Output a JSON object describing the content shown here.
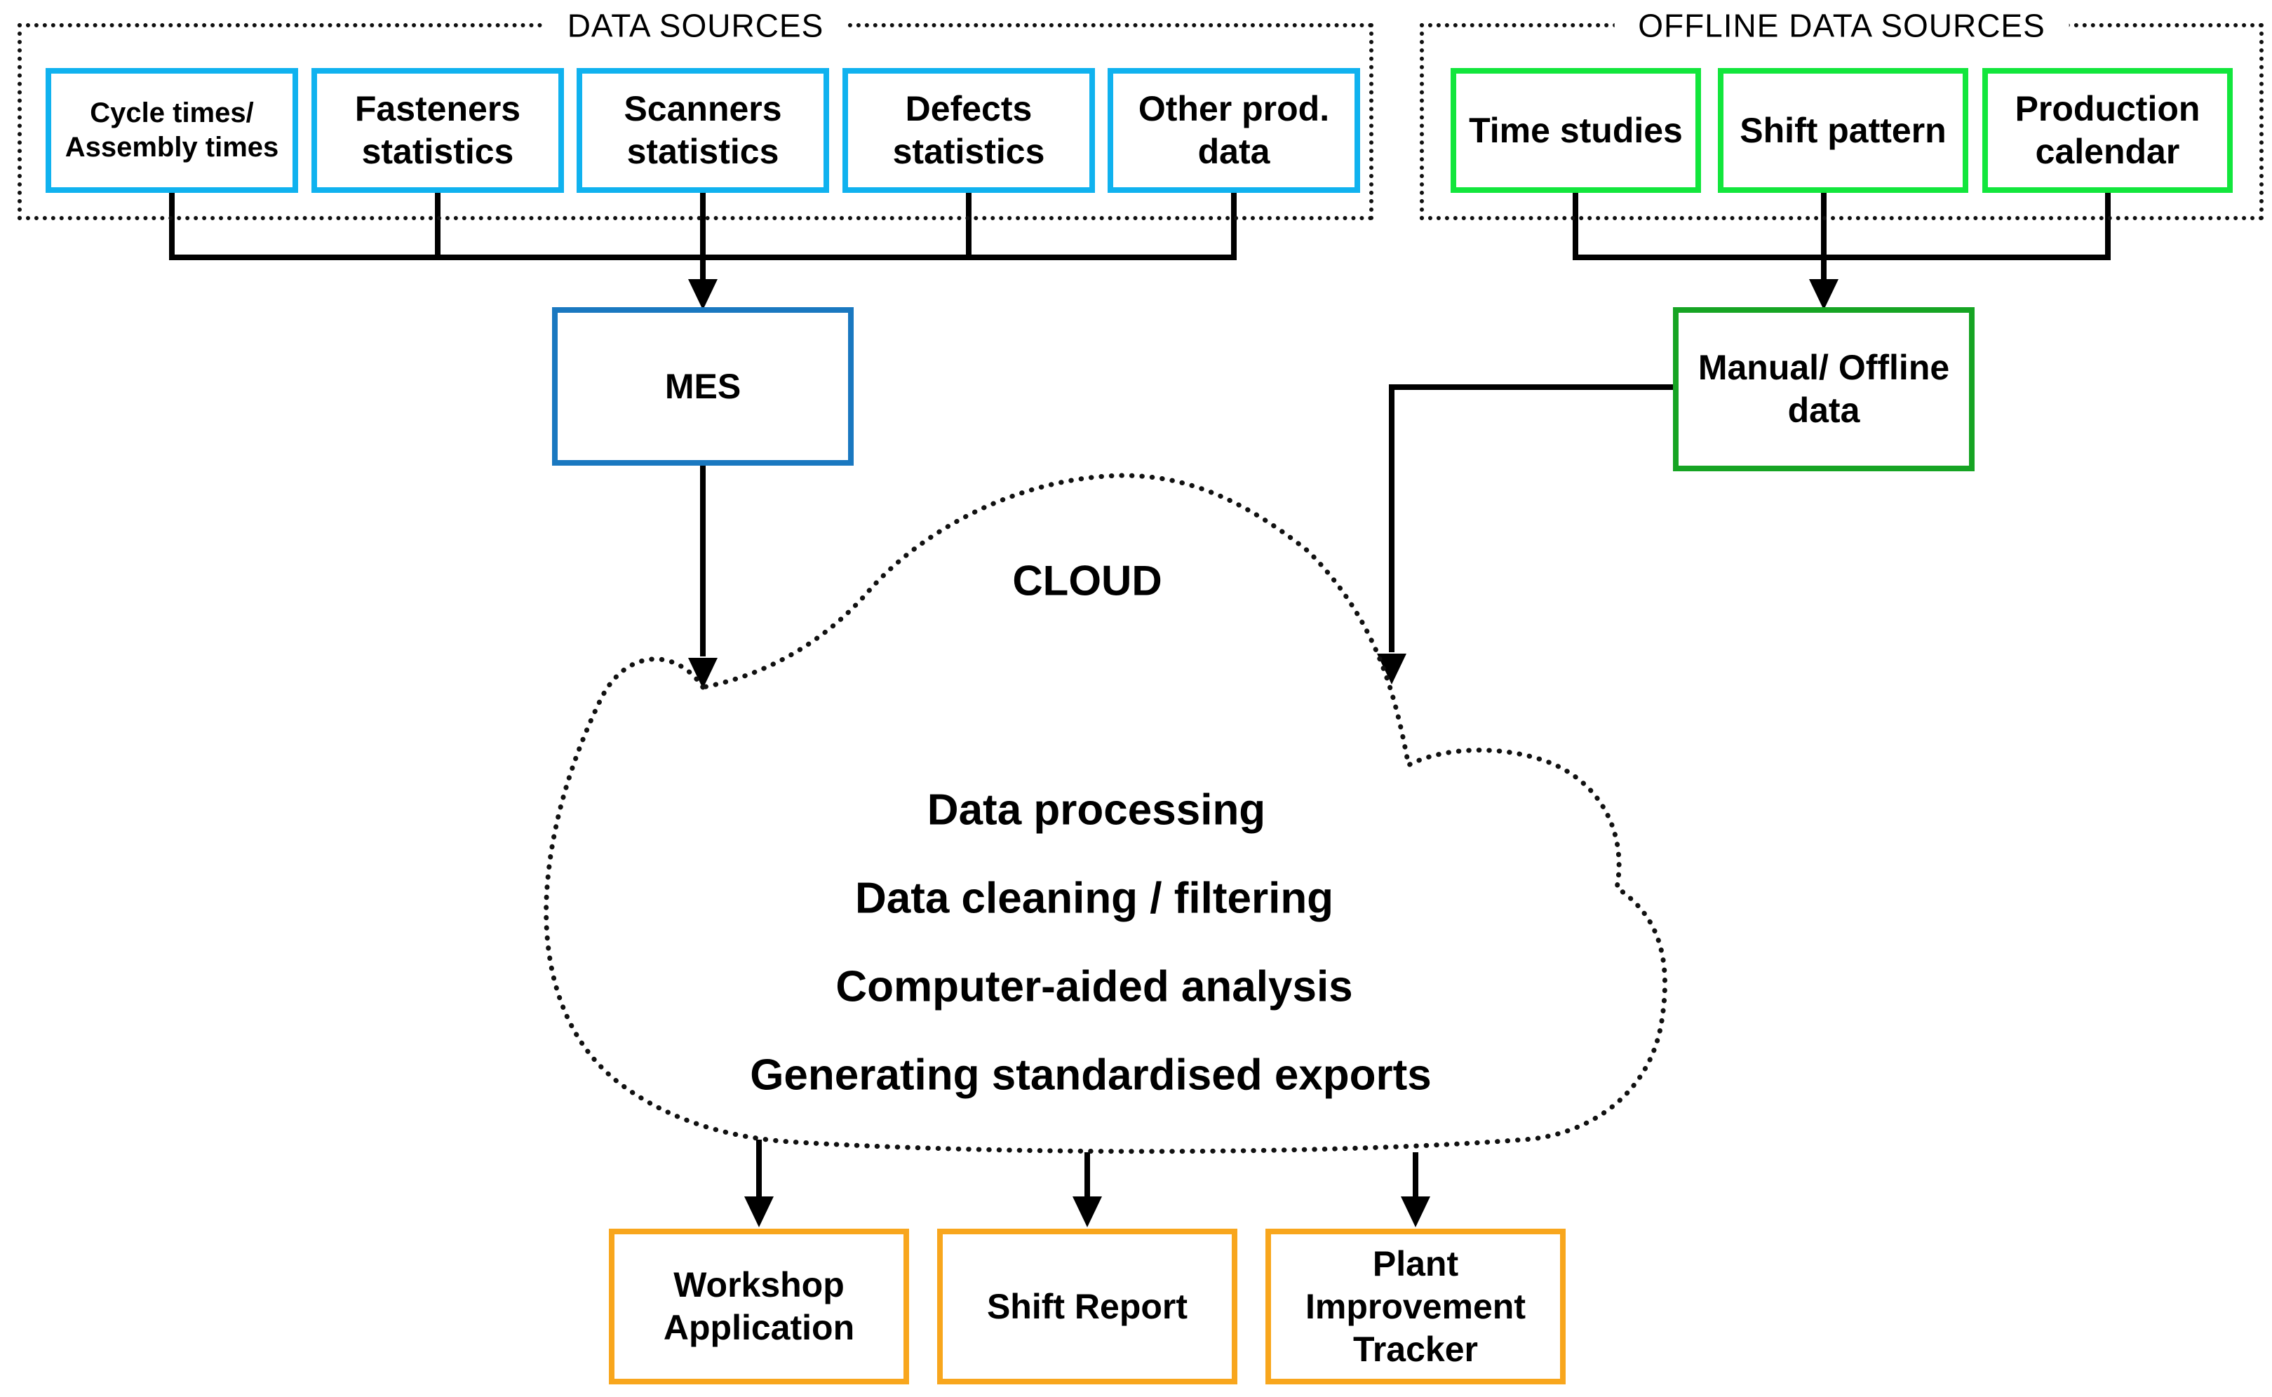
{
  "diagram": {
    "colors": {
      "data_source_box_border": "#10b2ef",
      "mes_box_border": "#1a78c0",
      "offline_source_box_border": "#12e63c",
      "manual_offline_box_border": "#16a423",
      "output_box_border": "#f8a61d",
      "connector_line": "#000000",
      "dotted_outline": "#111111"
    },
    "data_sources": {
      "title": "DATA SOURCES",
      "boxes": [
        {
          "label": "Cycle times/\nAssembly times"
        },
        {
          "label": "Fasteners\nstatistics"
        },
        {
          "label": "Scanners\nstatistics"
        },
        {
          "label": "Defects\nstatistics"
        },
        {
          "label": "Other prod.\ndata"
        }
      ]
    },
    "offline_data_sources": {
      "title": "OFFLINE DATA SOURCES",
      "boxes": [
        {
          "label": "Time studies"
        },
        {
          "label": "Shift pattern"
        },
        {
          "label": "Production\ncalendar"
        }
      ]
    },
    "mes": {
      "label": "MES"
    },
    "manual_offline": {
      "label": "Manual/ Offline\ndata"
    },
    "cloud": {
      "title": "CLOUD",
      "functions": [
        "Data processing",
        "Data cleaning / filtering",
        "Computer-aided analysis",
        "Generating standardised exports"
      ]
    },
    "outputs": {
      "boxes": [
        {
          "label": "Workshop\nApplication"
        },
        {
          "label": "Shift Report"
        },
        {
          "label": "Plant\nImprovement\nTracker"
        }
      ]
    }
  }
}
